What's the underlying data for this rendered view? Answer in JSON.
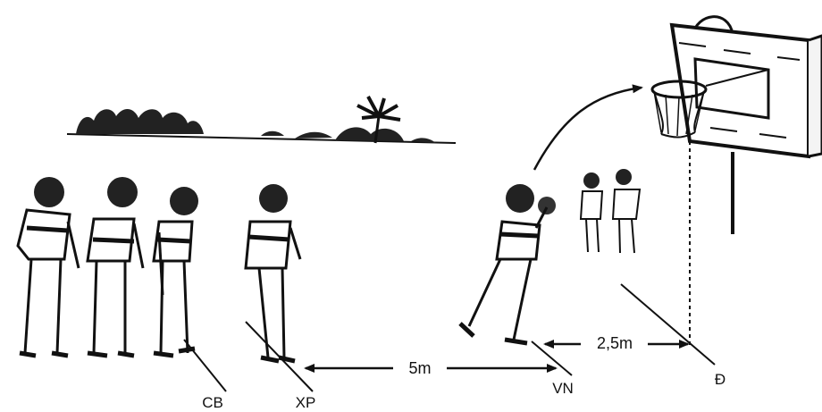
{
  "labels": {
    "cb": "CB",
    "xp": "XP",
    "vn": "VN",
    "d": "Đ"
  },
  "distances": {
    "xp_to_vn": "5m",
    "vn_to_d": "2,5m"
  },
  "colors": {
    "ink": "#111111",
    "background": "#ffffff"
  }
}
